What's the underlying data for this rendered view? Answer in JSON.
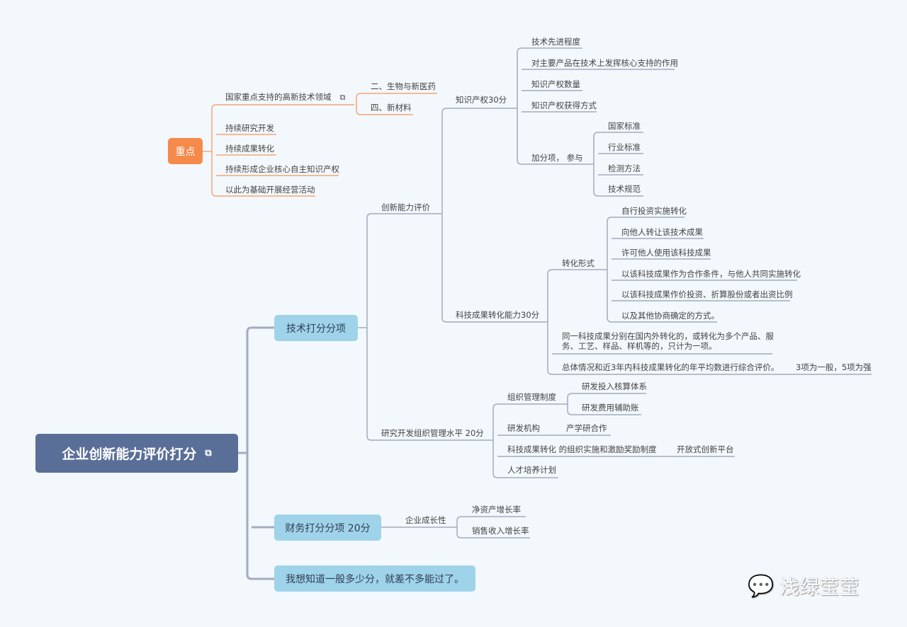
{
  "root": {
    "label": "企业创新能力评价打分",
    "icon": "link-icon"
  },
  "focus": {
    "label": "重点",
    "items": [
      "国家重点支持的高新技术领域",
      "持续研究开发",
      "持续成果转化",
      "持续形成企业核心自主知识产权",
      "以此为基础开展经营活动"
    ],
    "fields": [
      "二、生物与新医药",
      "四、新材料"
    ]
  },
  "tech": {
    "label": "技术打分分项",
    "innovation": "创新能力评价",
    "ip": {
      "label": "知识产权30分",
      "items": [
        "技术先进程度",
        "对主要产品在技术上发挥核心支持的作用",
        "知识产权数量",
        "知识产权获得方式",
        "加分项， 参与"
      ],
      "bonus": [
        "国家标准",
        "行业标准",
        "检测方法",
        "技术规范"
      ]
    },
    "transfer": {
      "label": "科技成果转化能力30分",
      "forms_label": "转化形式",
      "forms": [
        "自行投资实施转化",
        "向他人转让该技术成果",
        "许可他人使用该科技成果",
        "以该科技成果作为合作条件，与他人共同实施转化",
        "以该科技成果作价投资、折算股份或者出资比例",
        "以及其他协商确定的方式。"
      ],
      "note1_line1": "同一科技成果分别在国内外转化的，或转化为多个产品、服",
      "note1_line2": "务、工艺、样品、样机等的，只计为一项。",
      "note2": "总体情况和近3年内科技成果转化的年平均数进行综合评价。",
      "note2_child": "3项为一般，5项为强"
    },
    "rd": {
      "label": "研究开发组织管理水平  20分",
      "items": [
        "组织管理制度",
        "研发机构",
        "科技成果转化 的组织实施和激励奖励制度",
        "人才培养计划"
      ],
      "system_children": [
        "研发投入核算体系",
        "研发费用辅助账"
      ],
      "org_child": "产学研合作",
      "transfer_child": "开放式创新平台"
    }
  },
  "finance": {
    "label": "财务打分分项 20分",
    "growth": "企业成长性",
    "items": [
      "净资产增长率",
      "销售收入增长率"
    ]
  },
  "question": {
    "label": "我想知道一般多少分，就差不多能过了。"
  },
  "watermark": "浅绿莹莹",
  "colors": {
    "root": "#5a6f98",
    "level1": "#9fd3ea",
    "focus": "#f58a4b",
    "line": "#a3abbd",
    "orange_line": "#f5a678"
  }
}
